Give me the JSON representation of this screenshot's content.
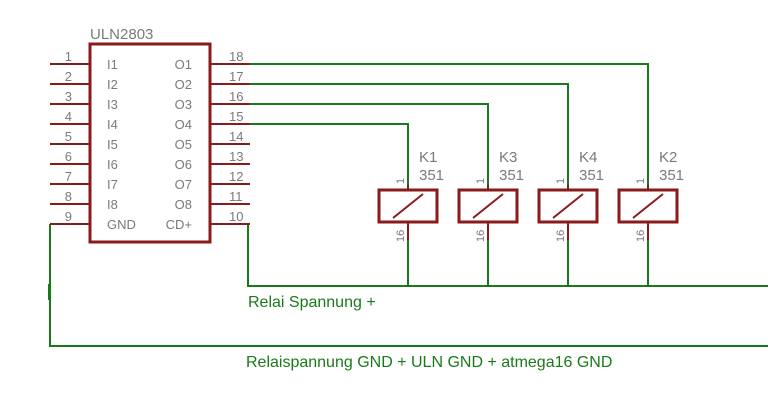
{
  "chip": {
    "name": "ULN2803",
    "left_pins": [
      {
        "num": "1",
        "name": "I1"
      },
      {
        "num": "2",
        "name": "I2"
      },
      {
        "num": "3",
        "name": "I3"
      },
      {
        "num": "4",
        "name": "I4"
      },
      {
        "num": "5",
        "name": "I5"
      },
      {
        "num": "6",
        "name": "I6"
      },
      {
        "num": "7",
        "name": "I7"
      },
      {
        "num": "8",
        "name": "I8"
      },
      {
        "num": "9",
        "name": "GND"
      }
    ],
    "right_pins": [
      {
        "num": "18",
        "name": "O1"
      },
      {
        "num": "17",
        "name": "O2"
      },
      {
        "num": "16",
        "name": "O3"
      },
      {
        "num": "15",
        "name": "O4"
      },
      {
        "num": "14",
        "name": "O5"
      },
      {
        "num": "13",
        "name": "O6"
      },
      {
        "num": "12",
        "name": "O7"
      },
      {
        "num": "11",
        "name": "O8"
      },
      {
        "num": "10",
        "name": "CD+"
      }
    ]
  },
  "relays": [
    {
      "name": "K1",
      "value": "351",
      "pin_top": "1",
      "pin_bottom": "16"
    },
    {
      "name": "K3",
      "value": "351",
      "pin_top": "1",
      "pin_bottom": "16"
    },
    {
      "name": "K4",
      "value": "351",
      "pin_top": "1",
      "pin_bottom": "16"
    },
    {
      "name": "K2",
      "value": "351",
      "pin_top": "1",
      "pin_bottom": "16"
    }
  ],
  "nets": {
    "relay_supply": "Relai Spannung +",
    "ground": "Relaispannung GND + ULN GND + atmega16 GND"
  },
  "colors": {
    "component": "#8b1a1a",
    "wire": "#1a7a1a",
    "label": "#8b1a1a",
    "text": "#7a7a7a"
  }
}
